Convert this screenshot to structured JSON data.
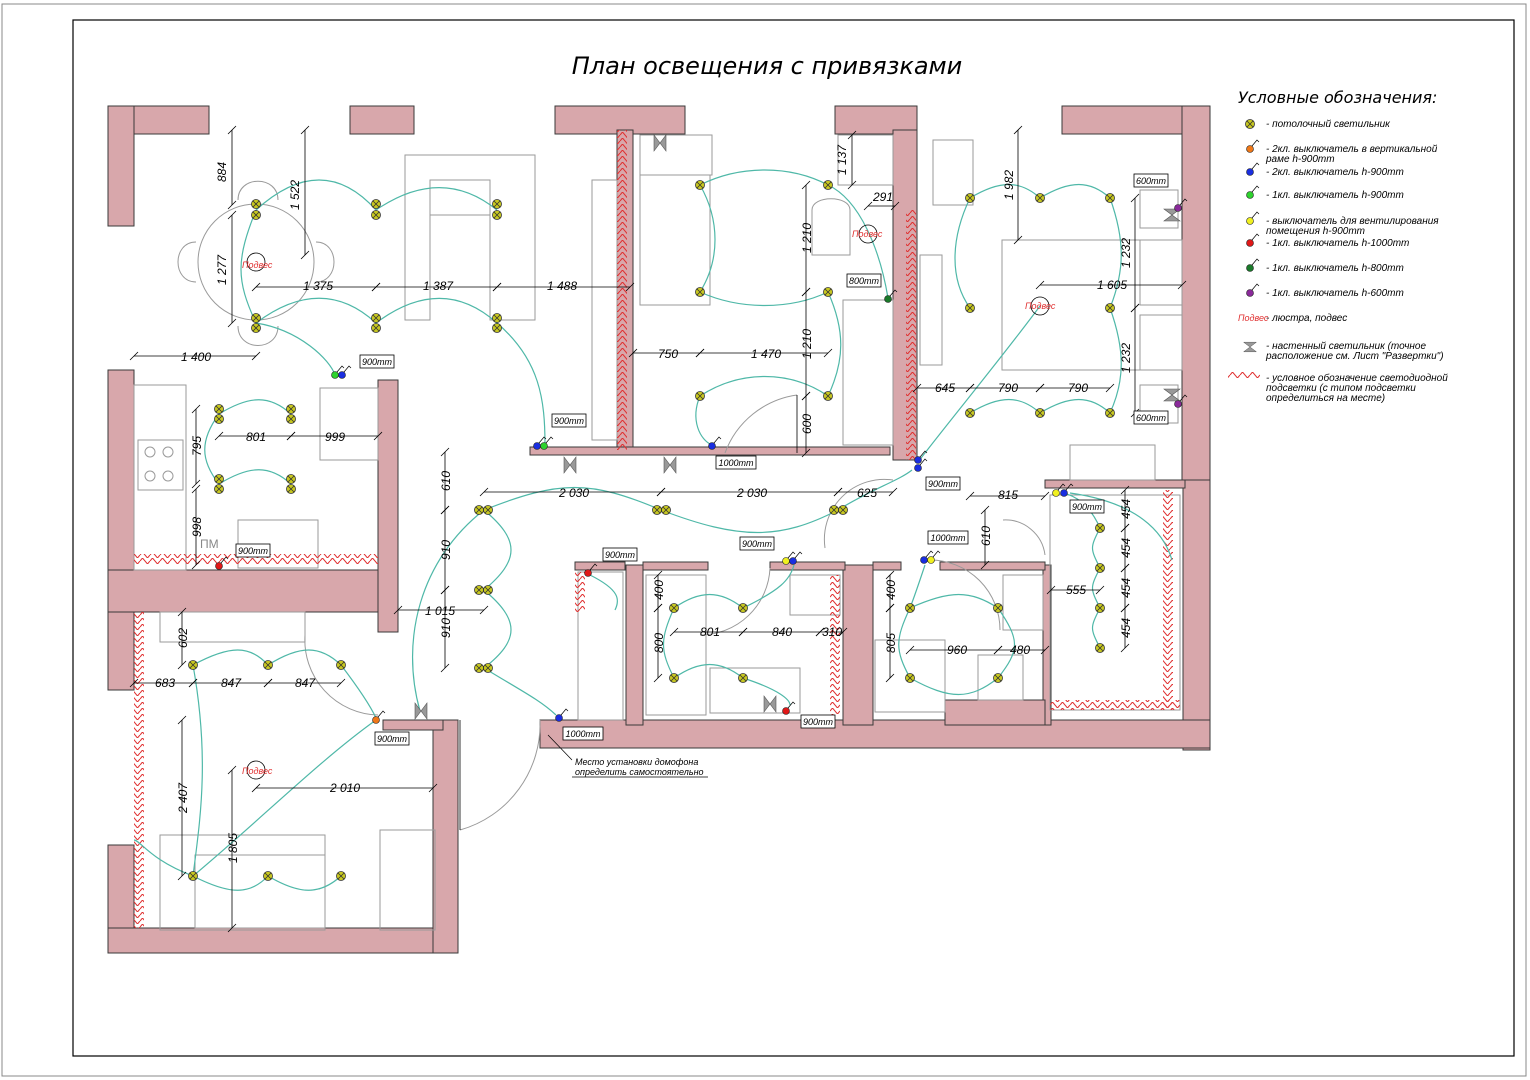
{
  "title": "План освещения с привязками",
  "legend": {
    "title": "Условные обозначения:",
    "items": [
      {
        "symbol": "lamp",
        "color": "#c8c820",
        "text": [
          "- потолочный светильник"
        ]
      },
      {
        "symbol": "switch",
        "color": "#f07818",
        "text": [
          "- 2кл. выключатель в вертикальной",
          "раме h-900mm"
        ]
      },
      {
        "symbol": "switch",
        "color": "#1a2ee0",
        "text": [
          "- 2кл. выключатель h-900mm"
        ]
      },
      {
        "symbol": "switch",
        "color": "#2ed22e",
        "text": [
          "- 1кл. выключатель h-900mm"
        ]
      },
      {
        "symbol": "switch",
        "color": "#f0f020",
        "text": [
          "- выключатель для вентилирования",
          "помещения h-900mm"
        ]
      },
      {
        "symbol": "switch",
        "color": "#e01818",
        "text": [
          "- 1кл. выключатель h-1000mm"
        ]
      },
      {
        "symbol": "switch",
        "color": "#1a7a2a",
        "text": [
          "- 1кл. выключатель h-800mm"
        ]
      },
      {
        "symbol": "switch",
        "color": "#8a2a9a",
        "text": [
          "- 1кл. выключатель h-600mm"
        ]
      },
      {
        "symbol": "chandelier",
        "color": "#e03030",
        "label": "Подвес",
        "text": [
          "- люстра, подвес"
        ]
      },
      {
        "symbol": "wall-lamp",
        "color": "#888888",
        "text": [
          "- настенный светильник (точное",
          "расположение см. Лист \"Развертки\")"
        ]
      },
      {
        "symbol": "led",
        "color": "#e03030",
        "text": [
          "- условное обозначение светодиодной",
          "подсветки (с типом подсветки",
          "определиться на месте)"
        ]
      }
    ]
  },
  "chandelier_label": "Подвес",
  "intercom_note": [
    "Место установки домофона",
    "определить самостоятельно"
  ],
  "pm_label": "ПМ",
  "dimensions": [
    "884",
    "1 522",
    "1 277",
    "1 375",
    "1 387",
    "1 488",
    "1 400",
    "795",
    "801",
    "999",
    "998",
    "610",
    "910",
    "910",
    "1 015",
    "2 030",
    "2 030",
    "625",
    "750",
    "1 470",
    "1 210",
    "1 210",
    "600",
    "1 137",
    "291",
    "1 982",
    "1 232",
    "1 232",
    "1 605",
    "645",
    "790",
    "790",
    "815",
    "454",
    "454",
    "454",
    "454",
    "555",
    "610",
    "400",
    "800",
    "801",
    "840",
    "310",
    "400",
    "805",
    "960",
    "480",
    "602",
    "683",
    "847",
    "847",
    "2 407",
    "2 010",
    "1 805"
  ],
  "height_tags": [
    "900mm",
    "900mm",
    "1000mm",
    "900mm",
    "800mm",
    "900mm",
    "600mm",
    "600mm",
    "900mm",
    "900mm",
    "900mm",
    "1000mm",
    "900mm",
    "900mm",
    "1000mm",
    "900mm"
  ],
  "colors": {
    "wall": "#d8a7ab",
    "wire": "#4fb8a8",
    "lamp": "#c8c820",
    "led": "#e03030",
    "chandelier_text": "#e03030"
  }
}
